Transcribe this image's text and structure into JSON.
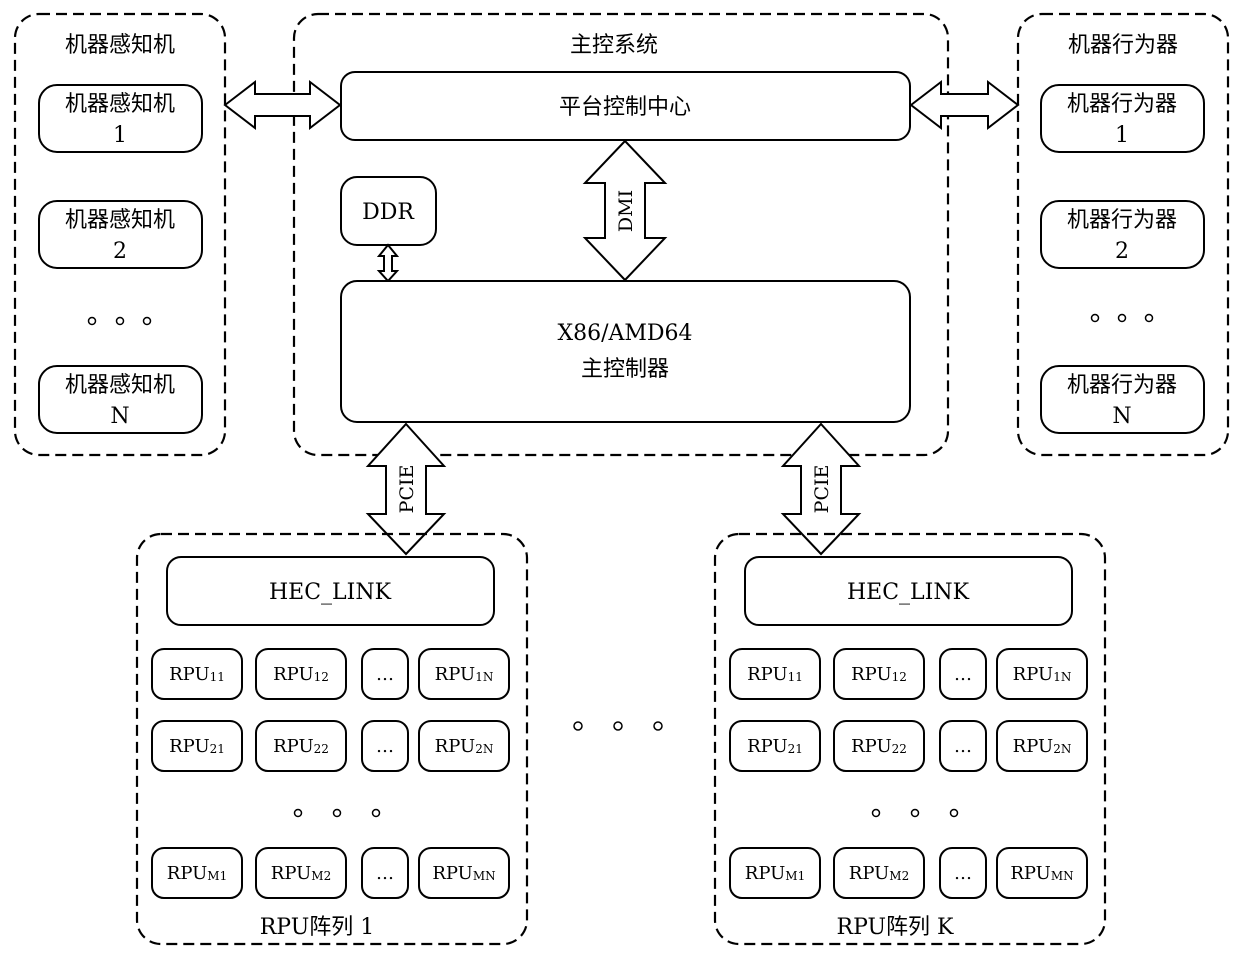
{
  "perception": {
    "title": "机器感知机",
    "items": [
      {
        "name": "机器感知机",
        "index": "1"
      },
      {
        "name": "机器感知机",
        "index": "2"
      },
      {
        "name": "机器感知机",
        "index": "N"
      }
    ]
  },
  "main_control": {
    "title": "主控系统",
    "platform": "平台控制中心",
    "ddr": "DDR",
    "dmi": "DMI",
    "controller_line1": "X86/AMD64",
    "controller_line2": "主控制器"
  },
  "behavior": {
    "title": "机器行为器",
    "items": [
      {
        "name": "机器行为器",
        "index": "1"
      },
      {
        "name": "机器行为器",
        "index": "2"
      },
      {
        "name": "机器行为器",
        "index": "N"
      }
    ]
  },
  "pcie_label": "PCIE",
  "rpu_arrays": [
    {
      "label": "RPU阵列 1",
      "hec": "HEC_LINK",
      "rows": [
        [
          {
            "base": "RPU",
            "sub": "11"
          },
          {
            "base": "RPU",
            "sub": "12"
          },
          {
            "base": "…",
            "sub": ""
          },
          {
            "base": "RPU",
            "sub": "1N"
          }
        ],
        [
          {
            "base": "RPU",
            "sub": "21"
          },
          {
            "base": "RPU",
            "sub": "22"
          },
          {
            "base": "…",
            "sub": ""
          },
          {
            "base": "RPU",
            "sub": "2N"
          }
        ],
        [
          {
            "base": "RPU",
            "sub": "M1"
          },
          {
            "base": "RPU",
            "sub": "M2"
          },
          {
            "base": "…",
            "sub": ""
          },
          {
            "base": "RPU",
            "sub": "MN"
          }
        ]
      ]
    },
    {
      "label": "RPU阵列 K",
      "hec": "HEC_LINK",
      "rows": [
        [
          {
            "base": "RPU",
            "sub": "11"
          },
          {
            "base": "RPU",
            "sub": "12"
          },
          {
            "base": "…",
            "sub": ""
          },
          {
            "base": "RPU",
            "sub": "1N"
          }
        ],
        [
          {
            "base": "RPU",
            "sub": "21"
          },
          {
            "base": "RPU",
            "sub": "22"
          },
          {
            "base": "…",
            "sub": ""
          },
          {
            "base": "RPU",
            "sub": "2N"
          }
        ],
        [
          {
            "base": "RPU",
            "sub": "M1"
          },
          {
            "base": "RPU",
            "sub": "M2"
          },
          {
            "base": "…",
            "sub": ""
          },
          {
            "base": "RPU",
            "sub": "MN"
          }
        ]
      ]
    }
  ]
}
